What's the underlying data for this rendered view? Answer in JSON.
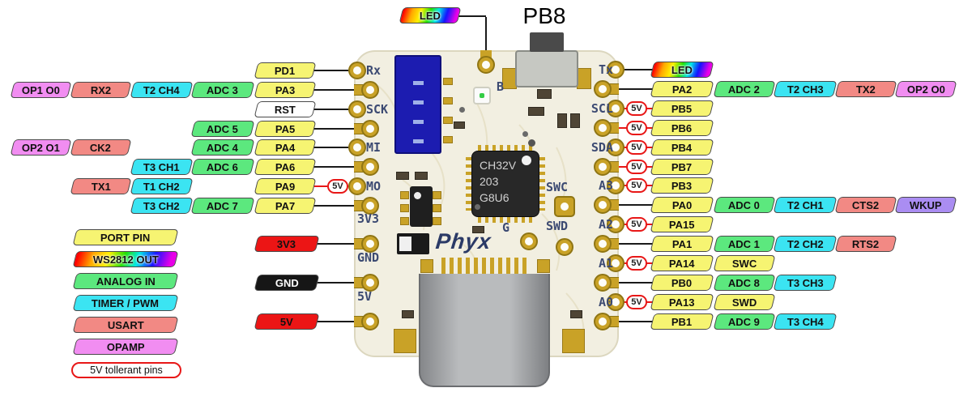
{
  "title": "PB8",
  "logo": "Phyx",
  "chip_lines": [
    "CH32V",
    "203",
    "G8U6"
  ],
  "top_led_label": "LED",
  "five_v_label": "5V",
  "palette": {
    "port": "#f6f472",
    "analog": "#5ce87e",
    "timer": "#3be4f2",
    "usart": "#f28984",
    "opamp": "#f18df1",
    "wkup": "#aa8df2",
    "power": "#ec1515",
    "gnd": "#161616",
    "rst": "#ffffff",
    "tolerant_border": "#e81717",
    "line": "#1a1a1a",
    "board": "#f2efe1",
    "pad_gold": "#c9a227",
    "silkscreen": "#3c4a72",
    "rainbow_stops": [
      "#ff0000",
      "#ffa800",
      "#fff000",
      "#22e000",
      "#00e8e8",
      "#1414ff",
      "#e800e8"
    ]
  },
  "center_silk": {
    "b": "B",
    "g": "G",
    "swc": "SWC",
    "swd": "SWD"
  },
  "left_rows": [
    {
      "pin": "PD1",
      "type": "port",
      "badges": [],
      "pad": "cast",
      "silk": "Rx"
    },
    {
      "pin": "PA3",
      "type": "port",
      "badges": [
        {
          "t": "OP1 O0",
          "type": "opamp",
          "col": 4
        },
        {
          "t": "RX2",
          "type": "usart",
          "col": 3
        },
        {
          "t": "T2 CH4",
          "type": "timer",
          "col": 2
        },
        {
          "t": "ADC 3",
          "type": "analog",
          "col": 1
        }
      ],
      "pad": "tear"
    },
    {
      "pin": "RST",
      "type": "rst",
      "badges": [],
      "pad": "cast",
      "silk": "SCK"
    },
    {
      "pin": "PA5",
      "type": "port",
      "badges": [
        {
          "t": "ADC 5",
          "type": "analog",
          "col": 1
        }
      ],
      "pad": "tear"
    },
    {
      "pin": "PA4",
      "type": "port",
      "badges": [
        {
          "t": "OP2 O1",
          "type": "opamp",
          "col": 4
        },
        {
          "t": "CK2",
          "type": "usart",
          "col": 3
        },
        {
          "t": "ADC 4",
          "type": "analog",
          "col": 1
        }
      ],
      "pad": "cast",
      "silk": "MI"
    },
    {
      "pin": "PA6",
      "type": "port",
      "badges": [
        {
          "t": "T3 CH1",
          "type": "timer",
          "col": 2
        },
        {
          "t": "ADC 6",
          "type": "analog",
          "col": 1
        }
      ],
      "pad": "tear"
    },
    {
      "pin": "PA9",
      "type": "port",
      "fv": true,
      "badges": [
        {
          "t": "TX1",
          "type": "usart",
          "col": 3
        },
        {
          "t": "T1 CH2",
          "type": "timer",
          "col": 2
        }
      ],
      "pad": "cast",
      "silk": "MO"
    },
    {
      "pin": "PA7",
      "type": "port",
      "badges": [
        {
          "t": "T3 CH2",
          "type": "timer",
          "col": 2
        },
        {
          "t": "ADC 7",
          "type": "analog",
          "col": 1
        }
      ],
      "pad": "tear"
    }
  ],
  "power_rows": [
    {
      "label": "3V3",
      "type": "power",
      "silk": "3V3"
    },
    {
      "label": "GND",
      "type": "gnd",
      "silk": "GND"
    },
    {
      "label": "5V",
      "type": "power",
      "silk": "5V"
    }
  ],
  "right_rows": [
    {
      "pin": "LED",
      "type": "ws2812",
      "badges": [],
      "pad": "cast",
      "silk": "Tx"
    },
    {
      "pin": "PA2",
      "type": "port",
      "badges": [
        {
          "t": "ADC 2",
          "type": "analog",
          "col": 1
        },
        {
          "t": "T2 CH3",
          "type": "timer",
          "col": 2
        },
        {
          "t": "TX2",
          "type": "usart",
          "col": 3
        },
        {
          "t": "OP2 O0",
          "type": "opamp",
          "col": 4
        }
      ],
      "pad": "tear"
    },
    {
      "pin": "PB5",
      "type": "port",
      "fv": true,
      "badges": [],
      "pad": "cast",
      "silk": "SCL"
    },
    {
      "pin": "PB6",
      "type": "port",
      "fv": true,
      "badges": [],
      "pad": "tear"
    },
    {
      "pin": "PB4",
      "type": "port",
      "fv": true,
      "badges": [],
      "pad": "cast",
      "silk": "SDA"
    },
    {
      "pin": "PB7",
      "type": "port",
      "fv": true,
      "badges": [],
      "pad": "tear"
    },
    {
      "pin": "PB3",
      "type": "port",
      "fv": true,
      "badges": [],
      "pad": "cast",
      "silk": "A3"
    },
    {
      "pin": "PA0",
      "type": "port",
      "badges": [
        {
          "t": "ADC 0",
          "type": "analog",
          "col": 1
        },
        {
          "t": "T2 CH1",
          "type": "timer",
          "col": 2
        },
        {
          "t": "CTS2",
          "type": "usart",
          "col": 3
        },
        {
          "t": "WKUP",
          "type": "wkup",
          "col": 4
        }
      ],
      "pad": "tear"
    },
    {
      "pin": "PA15",
      "type": "port",
      "fv": true,
      "badges": [],
      "pad": "cast",
      "silk": "A2"
    },
    {
      "pin": "PA1",
      "type": "port",
      "badges": [
        {
          "t": "ADC 1",
          "type": "analog",
          "col": 1
        },
        {
          "t": "T2 CH2",
          "type": "timer",
          "col": 2
        },
        {
          "t": "RTS2",
          "type": "usart",
          "col": 3
        }
      ],
      "pad": "tear"
    },
    {
      "pin": "PA14",
      "type": "port",
      "fv": true,
      "badges": [
        {
          "t": "SWC",
          "type": "port",
          "col": 1
        }
      ],
      "pad": "cast",
      "silk": "A1"
    },
    {
      "pin": "PB0",
      "type": "port",
      "badges": [
        {
          "t": "ADC 8",
          "type": "analog",
          "col": 1
        },
        {
          "t": "T3 CH3",
          "type": "timer",
          "col": 2
        }
      ],
      "pad": "tear"
    },
    {
      "pin": "PA13",
      "type": "port",
      "fv": true,
      "badges": [
        {
          "t": "SWD",
          "type": "port",
          "col": 1
        }
      ],
      "pad": "cast",
      "silk": "A0"
    },
    {
      "pin": "PB1",
      "type": "port",
      "badges": [
        {
          "t": "ADC 9",
          "type": "analog",
          "col": 1
        },
        {
          "t": "T3 CH4",
          "type": "timer",
          "col": 2
        }
      ],
      "pad": "tear"
    }
  ],
  "legend": {
    "items": [
      {
        "t": "PORT PIN",
        "type": "port"
      },
      {
        "t": "WS2812 OUT",
        "type": "ws2812"
      },
      {
        "t": "ANALOG IN",
        "type": "analog"
      },
      {
        "t": "TIMER / PWM",
        "type": "timer"
      },
      {
        "t": "USART",
        "type": "usart"
      },
      {
        "t": "OPAMP",
        "type": "opamp"
      }
    ],
    "note": "5V tollerant pins"
  }
}
